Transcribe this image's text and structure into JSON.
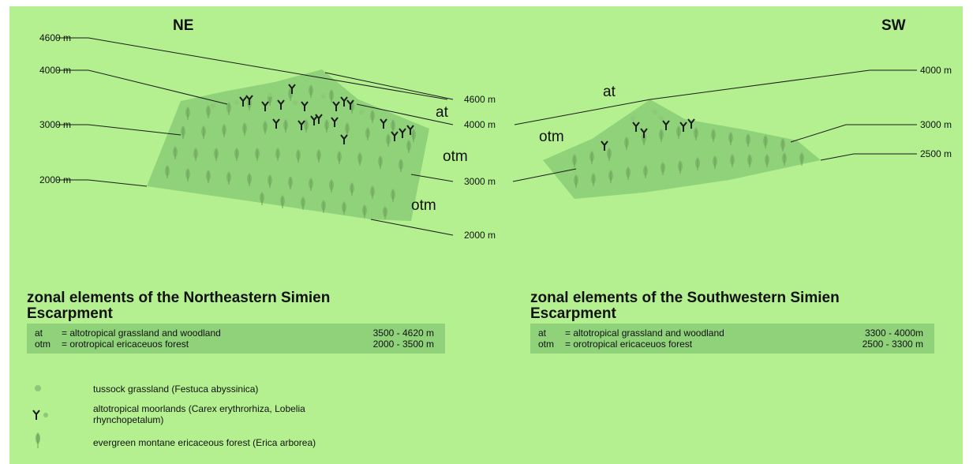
{
  "headers": {
    "ne": "NE",
    "sw": "SW"
  },
  "ne_left_altitudes": [
    "4600 m",
    "4000 m",
    "3000 m",
    "2000 m"
  ],
  "center_altitudes": [
    "4600 m",
    "4000 m",
    "3000 m",
    "2000 m"
  ],
  "sw_right_altitudes": [
    "4000 m",
    "3000 m",
    "2500 m"
  ],
  "ne_zone_labels": {
    "at": "at",
    "otm_upper": "otm",
    "otm_lower": "otm"
  },
  "sw_zone_labels": {
    "at": "at",
    "otm": "otm"
  },
  "northeast": {
    "title_line1": "zonal elements of the Northeastern Simien",
    "title_line2": "Escarpment",
    "rows": [
      {
        "abbr": "at",
        "def": "= altotropical grassland and woodland",
        "range": "3500 - 4620 m"
      },
      {
        "abbr": "otm",
        "def": "= orotropical ericaceuos forest",
        "range": "2000 - 3500 m"
      }
    ]
  },
  "southwest": {
    "title_line1": "zonal elements of the Southwestern Simien",
    "title_line2": "Escarpment",
    "rows": [
      {
        "abbr": "at",
        "def": "= altotropical grassland and woodland",
        "range": "3300 - 4000m"
      },
      {
        "abbr": "otm",
        "def": "= orotropical ericaceuos forest",
        "range": "2500 - 3300 m"
      }
    ]
  },
  "legend": {
    "tussock": "tussock grassland (Festuca abyssinica)",
    "moorland_line1": "altotropical moorlands (Carex erythrorhiza, Lobelia",
    "moorland_line2": "rhynchopetalum)",
    "forest": "evergreen montane ericaceous forest (Erica arborea)"
  },
  "colors": {
    "background": "#b4f08f",
    "slope": "#8fd27a",
    "table": "#8fd27a",
    "lines": "#1a1a1a",
    "tree_icon": "#7fb86a",
    "moorland_icon": "#1a1a1a"
  }
}
